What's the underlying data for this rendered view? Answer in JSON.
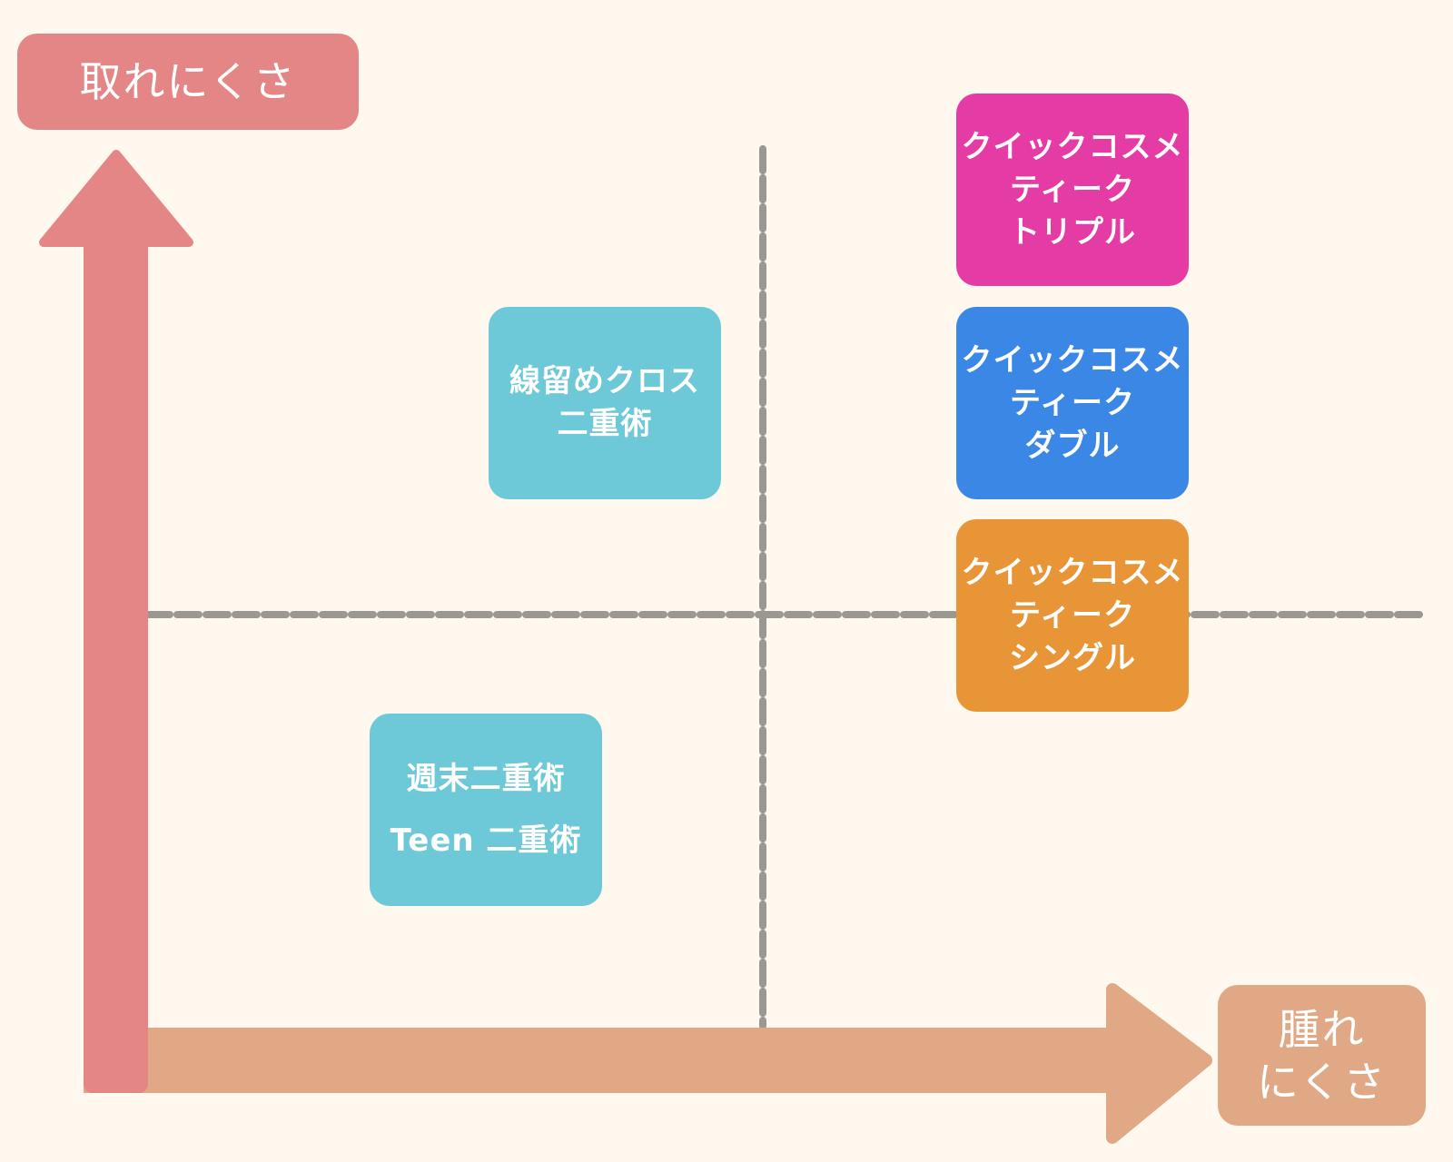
{
  "axes": {
    "y_label": "取れにくさ",
    "x_label_lines": [
      "腫れ",
      "にくさ"
    ]
  },
  "colors": {
    "background": "#fef8ee",
    "y_axis": "#e48685",
    "x_axis": "#e0a885",
    "divider": "#9a9890",
    "cyan_box": "#6dc9d8",
    "triple": "#e43ca4",
    "double": "#3b87e6",
    "single": "#e89537"
  },
  "boxes": {
    "senodome": {
      "lines": [
        "線留めクロス",
        "二重術"
      ]
    },
    "weekend": {
      "lines": [
        "週末二重術",
        "Teen 二重術"
      ]
    },
    "triple": {
      "lines": [
        "クイックコスメ",
        "ティーク",
        "トリプル"
      ]
    },
    "double": {
      "lines": [
        "クイックコスメ",
        "ティーク",
        "ダブル"
      ]
    },
    "single": {
      "lines": [
        "クイックコスメ",
        "ティーク",
        "シングル"
      ]
    }
  }
}
